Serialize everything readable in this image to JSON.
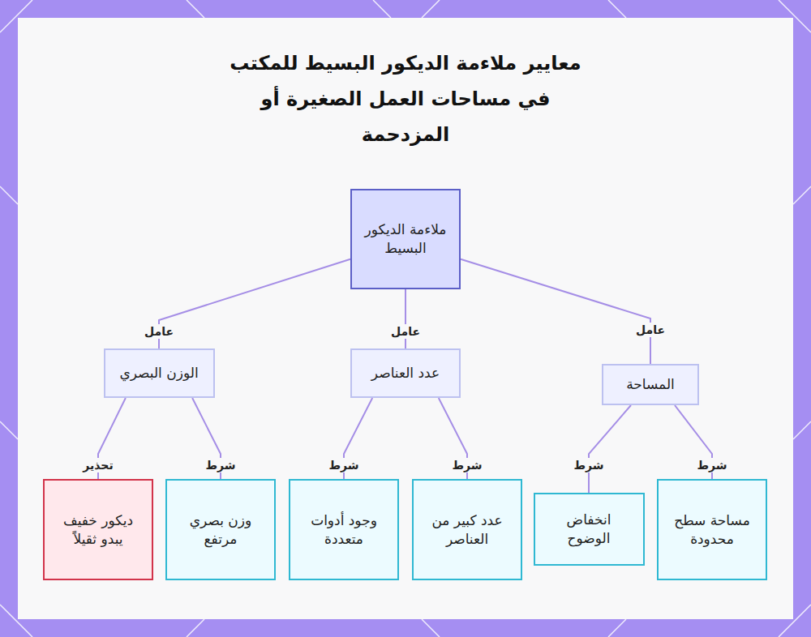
{
  "diagram": {
    "title": "معايير ملاءمة الديكور البسيط للمكتب في مساحات العمل الصغيرة أو المزدحمة",
    "nodes": [
      {
        "text": [
          "ملاءمة الديكور البسيط"
        ]
      },
      {
        "text": [
          "المساحة"
        ]
      },
      {
        "text": [
          "عدد العناصر"
        ]
      },
      {
        "text": [
          "الوزن البصري"
        ]
      },
      {
        "text": [
          "مساحة سطح محدودة"
        ]
      },
      {
        "text": [
          "انخفاض الوضوح"
        ]
      },
      {
        "text": [
          "عدد كبير من العناصر"
        ]
      },
      {
        "text": [
          "وجود أدوات متعددة"
        ]
      },
      {
        "text": [
          "وزن بصري مرتفع"
        ]
      },
      {
        "text": [
          "ديكور خفيف يبدو ثقيلاً"
        ]
      }
    ],
    "edges": [
      {
        "from": 0,
        "to": 1,
        "label": "عامل",
        "arrow": "none"
      },
      {
        "from": 0,
        "to": 2,
        "label": "عامل",
        "arrow": "none"
      },
      {
        "from": 0,
        "to": 3,
        "label": "عامل",
        "arrow": "none"
      },
      {
        "from": 1,
        "to": 4,
        "label": "شرط",
        "arrow": "none"
      },
      {
        "from": 1,
        "to": 5,
        "label": "شرط",
        "arrow": "none"
      },
      {
        "from": 2,
        "to": 6,
        "label": "شرط",
        "arrow": "none"
      },
      {
        "from": 2,
        "to": 7,
        "label": "شرط",
        "arrow": "none"
      },
      {
        "from": 3,
        "to": 8,
        "label": "شرط",
        "arrow": "none"
      },
      {
        "from": 3,
        "to": 9,
        "label": "تحذير",
        "arrow": "none"
      }
    ]
  }
}
